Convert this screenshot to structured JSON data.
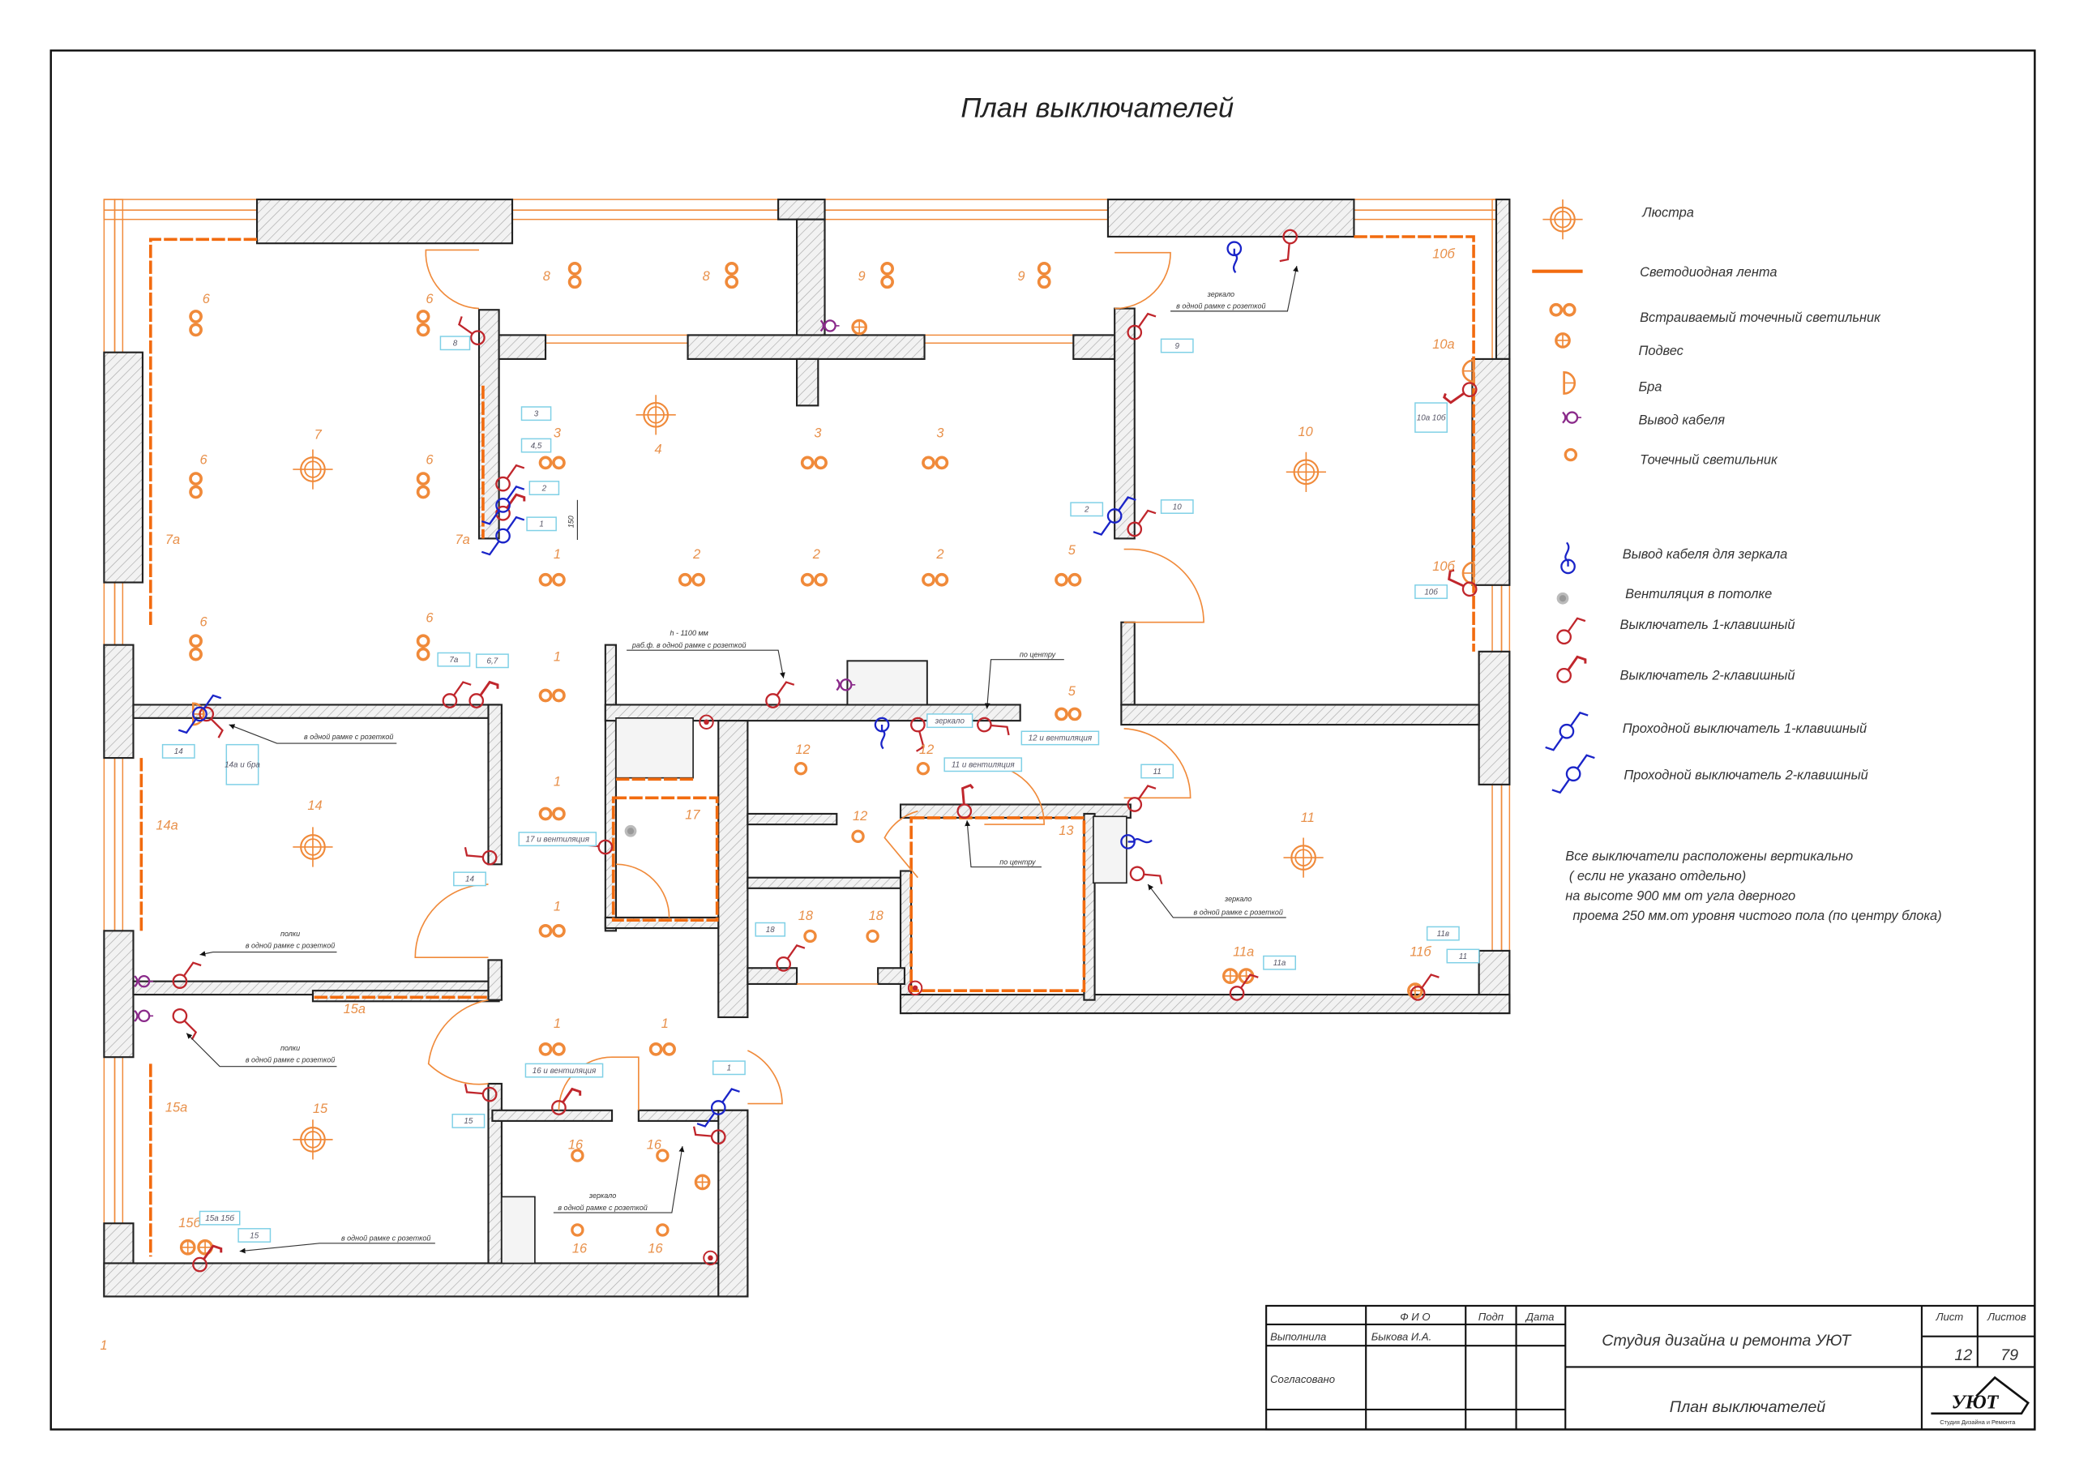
{
  "title": "План выключателей",
  "legend": [
    {
      "icon": "chandelier-icon",
      "label": "Люстра"
    },
    {
      "icon": "led-strip-icon",
      "label": "Светодиодная лента"
    },
    {
      "icon": "recessed-spotlight-icon",
      "label": "Встраиваемый точечный светильник"
    },
    {
      "icon": "pendant-icon",
      "label": "Подвес"
    },
    {
      "icon": "sconce-icon",
      "label": "Бра"
    },
    {
      "icon": "cable-outlet-icon",
      "label": "Вывод кабеля"
    },
    {
      "icon": "spotlight-icon",
      "label": "Точечный светильник"
    },
    {
      "icon": "mirror-cable-icon",
      "label": "Вывод кабеля для зеркала"
    },
    {
      "icon": "ceiling-vent-icon",
      "label": "Вентиляция в потолке"
    },
    {
      "icon": "switch-1key-icon",
      "label": "Выключатель 1-клавишный"
    },
    {
      "icon": "switch-2key-icon",
      "label": "Выключатель 2-клавишный"
    },
    {
      "icon": "pass-switch-1key-icon",
      "label": "Проходной выключатель 1-клавишный"
    },
    {
      "icon": "pass-switch-2key-icon",
      "label": "Проходной выключатель 2-клавишный"
    }
  ],
  "notes": [
    "Все выключатели расположены вертикально",
    " ( если не указано отдельно)",
    "на высоте 900 мм  от угла дверного",
    "  проема 250 мм.от уровня чистого пола (по центру блока)"
  ],
  "title_block": {
    "col_fio": "Ф И О",
    "col_sign": "Подп",
    "col_date": "Дата",
    "row_done": "Выполнила",
    "done_name": "Быкова И.А.",
    "row_agreed": "Согласовано",
    "company": "Студия дизайна и ремонта УЮТ",
    "sheet_title": "План выключателей",
    "sheet_label": "Лист",
    "sheets_label": "Листов",
    "sheet": "12",
    "sheets": "79",
    "logo_text": "УЮТ",
    "logo_subtitle": "Студия Дизайна и Ремонта"
  },
  "page_mark": "1",
  "plan": {
    "room_labels": [
      "6",
      "6",
      "7",
      "6",
      "6",
      "7а",
      "7а",
      "6",
      "6",
      "8",
      "8",
      "9",
      "9",
      "4",
      "3",
      "3",
      "3",
      "1",
      "2",
      "2",
      "2",
      "5",
      "10",
      "10б",
      "10а",
      "10б",
      "1",
      "5",
      "1",
      "1",
      "1",
      "1",
      "12",
      "12",
      "12",
      "13",
      "17",
      "18",
      "18",
      "14",
      "14а",
      "15а",
      "15",
      "15а",
      "15б",
      "16",
      "16",
      "16",
      "16",
      "11",
      "11а",
      "11б"
    ],
    "tags": [
      "8",
      "9",
      "3",
      "4,5",
      "2",
      "1",
      "2",
      "10",
      "10а 10б",
      "10б",
      "7а",
      "6,7",
      "14",
      "14а и бра",
      "14",
      "17 и вентиляция",
      "зеркало",
      "12 и вентиляция",
      "11 и вентиляция",
      "11",
      "18",
      "11а",
      "11в",
      "11",
      "15",
      "16 и вентиляция",
      "1",
      "15а 15б",
      "15"
    ],
    "annotations": [
      "в одной рамке с розеткой",
      "полки",
      "в одной рамке с розеткой",
      "полки",
      "в одной рамке с розеткой",
      "зеркало",
      "в одной рамке с розеткой",
      "h - 1100 мм",
      "раб.ф. в одной рамке с розеткой",
      "по центру",
      "по центру",
      "зеркало",
      "в одной рамке с розеткой",
      "зеркало",
      "в одной рамке с розеткой",
      "в одной рамке с розеткой",
      "150"
    ]
  },
  "colors": {
    "lighting": "#f08a3a",
    "switch": "#c0262c",
    "pass_switch": "#1a24c8",
    "cable": "#8a2a8a",
    "tag": "#7fd0e6"
  }
}
